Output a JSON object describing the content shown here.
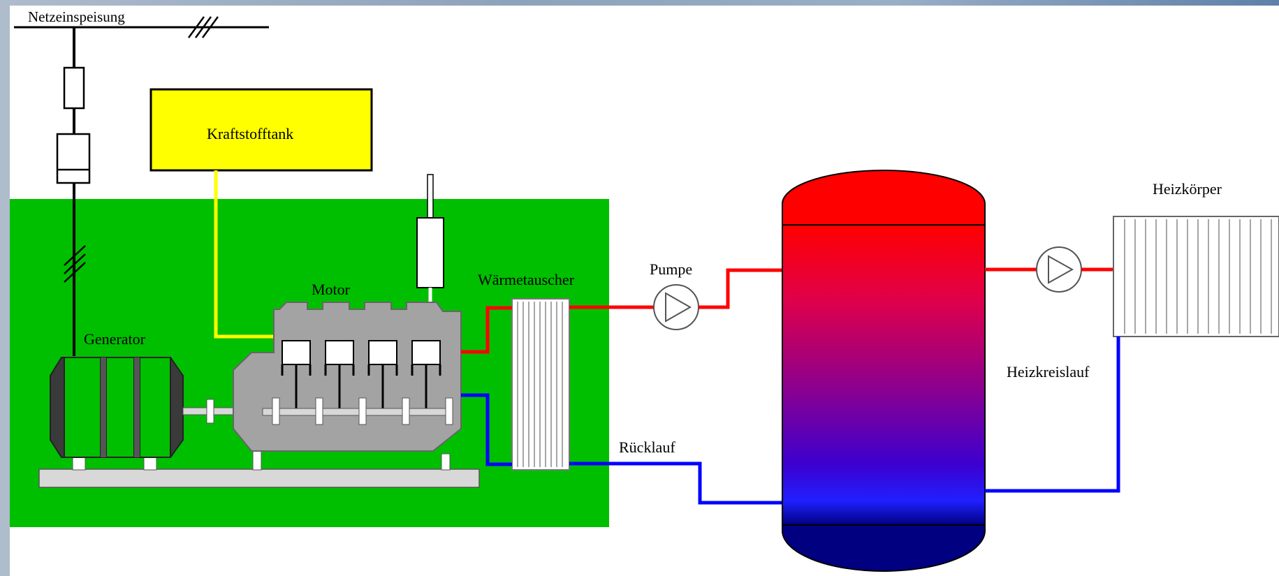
{
  "labels": {
    "grid_feed": "Netzeinspeisung",
    "fuel_tank": "Kraftstofftank",
    "motor": "Motor",
    "generator": "Generator",
    "heat_exchanger": "Wärmetauscher",
    "pump": "Pumpe",
    "return_flow": "Rücklauf",
    "radiator": "Heizkörper",
    "heating_circuit": "Heizkreislauf"
  },
  "colors": {
    "chp_unit_background": "#00bf00",
    "fuel_tank": "#ffff00",
    "fuel_line": "#ffff00",
    "supply_line": "#ff0000",
    "return_line": "#0000ff",
    "engine_body": "#a0a0a0",
    "generator_body": "#555555"
  },
  "icons": {
    "pump_symbol": "pump-icon",
    "fuse_symbol": "fuse-icon",
    "three_phase_marker": "three-phase-icon"
  }
}
